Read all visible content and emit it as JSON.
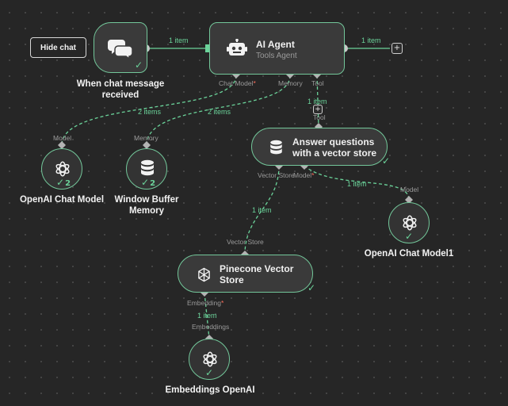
{
  "controls": {
    "hide_chat_label": "Hide chat",
    "plus_symbol": "+"
  },
  "colors": {
    "accent": "#6bd39a",
    "node_border": "#73c79a",
    "required": "#ff6d5a",
    "canvas": "#262626"
  },
  "nodes": {
    "chat_trigger": {
      "icon": "chat-bubbles-icon",
      "label_line1": "When chat message",
      "label_line2": "received"
    },
    "ai_agent": {
      "icon": "robot-icon",
      "title": "AI Agent",
      "subtitle": "Tools Agent"
    },
    "openai_chat_model": {
      "icon": "openai-icon",
      "label": "OpenAI Chat Model",
      "count": "2"
    },
    "window_buffer_memory": {
      "icon": "database-icon",
      "label_line1": "Window Buffer",
      "label_line2": "Memory",
      "count": "2"
    },
    "vector_store_tool": {
      "icon": "database-icon",
      "title_line1": "Answer questions",
      "title_line2": "with a vector store"
    },
    "openai_chat_model1": {
      "icon": "openai-icon",
      "label": "OpenAI Chat Model1"
    },
    "pinecone": {
      "icon": "pinecone-icon",
      "title_line1": "Pinecone Vector",
      "title_line2": "Store"
    },
    "embeddings": {
      "icon": "openai-icon",
      "label": "Embeddings OpenAI"
    }
  },
  "ports": {
    "agent_chat_model": "Chat Model",
    "agent_memory": "Memory",
    "agent_tool": "Tool",
    "openai_model": "Model",
    "memory_in": "Memory",
    "tool_in": "Tool",
    "vs_vector_store": "Vector Store",
    "vs_model": "Model",
    "openai1_model": "Model",
    "pinecone_vector_store": "Vector Store",
    "pinecone_embedding": "Embedding",
    "embeddings_out": "Embeddings",
    "required_marker": "*"
  },
  "edges": {
    "trigger_to_agent": "1 item",
    "agent_out": "1 item",
    "chat_model_link": "2 items",
    "memory_link": "2 items",
    "tool_link": "1 item",
    "vs_to_pinecone": "1 item",
    "vs_to_model1": "1 item",
    "pinecone_to_embeddings": "1 item"
  }
}
